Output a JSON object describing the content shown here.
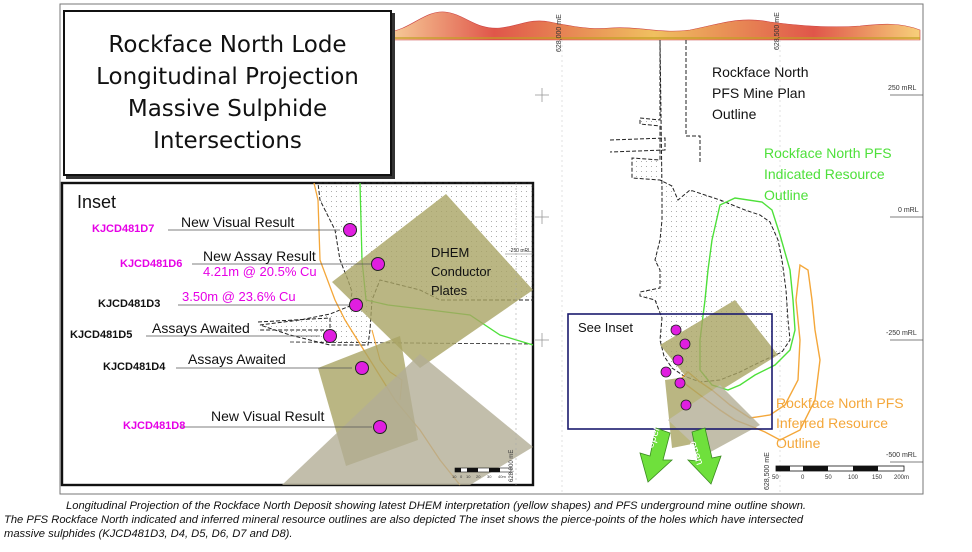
{
  "title": {
    "lines": [
      "Rockface North Lode",
      "Longitudinal Projection",
      "Massive Sulphide",
      "Intersections"
    ]
  },
  "inset": {
    "label": "Inset",
    "holes": [
      {
        "id": "KJCD481D7",
        "color": "#e600e6",
        "annotation": "New Visual Result"
      },
      {
        "id": "KJCD481D6",
        "color": "#e600e6",
        "annotation": "New Assay Result",
        "result": "4.21m @ 20.5% Cu"
      },
      {
        "id": "KJCD481D3",
        "color": "#111111",
        "result": "3.50m @ 23.6% Cu"
      },
      {
        "id": "KJCD481D5",
        "color": "#111111",
        "annotation": "Assays Awaited"
      },
      {
        "id": "KJCD481D4",
        "color": "#111111",
        "annotation": "Assays Awaited"
      },
      {
        "id": "KJCD481D8",
        "color": "#e600e6",
        "annotation": "New Visual Result"
      }
    ],
    "dhem_label": [
      "DHEM",
      "Conductor",
      "Plates"
    ],
    "rl_label": "-250 mRL",
    "easting_label": "628,000 mE",
    "scale_ticks": [
      "10",
      "0",
      "10",
      "20",
      "30",
      "40m"
    ]
  },
  "main": {
    "mine_plan_label": [
      "Rockface North",
      "PFS Mine Plan",
      "Outline"
    ],
    "indicated_label": [
      "Rockface North PFS",
      "Indicated Resource",
      "Outline"
    ],
    "inferred_label": [
      "Rockface North PFS",
      "Inferred Resource",
      "Outline"
    ],
    "see_inset_label": "See Inset",
    "open_label": "open",
    "rl_labels": [
      "250 mRL",
      "0 mRL",
      "-250 mRL",
      "-500 mRL"
    ],
    "easting_labels": [
      "628,000 mE",
      "628,500 mE",
      "628,500 mE"
    ],
    "scale_ticks": [
      "50",
      "0",
      "50",
      "100",
      "150",
      "200m"
    ]
  },
  "colors": {
    "plate": "#a9a464",
    "plate_grey": "#b3ae96",
    "indicated": "#4ee03a",
    "inferred": "#f4a73a",
    "pierce": "#e01ee0",
    "arrow": "#6fe03c",
    "inset_box": "#1a1a6e"
  },
  "caption": [
    "Longitudinal Projection of the Rockface North Deposit showing latest DHEM interpretation (yellow shapes) and PFS underground mine outline shown.",
    "The PFS Rockface North indicated and inferred mineral resource outlines are also depicted The inset shows the pierce-points of the holes which have intersected",
    "massive sulphides (KJCD481D3, D4, D5, D6, D7 and D8)."
  ]
}
